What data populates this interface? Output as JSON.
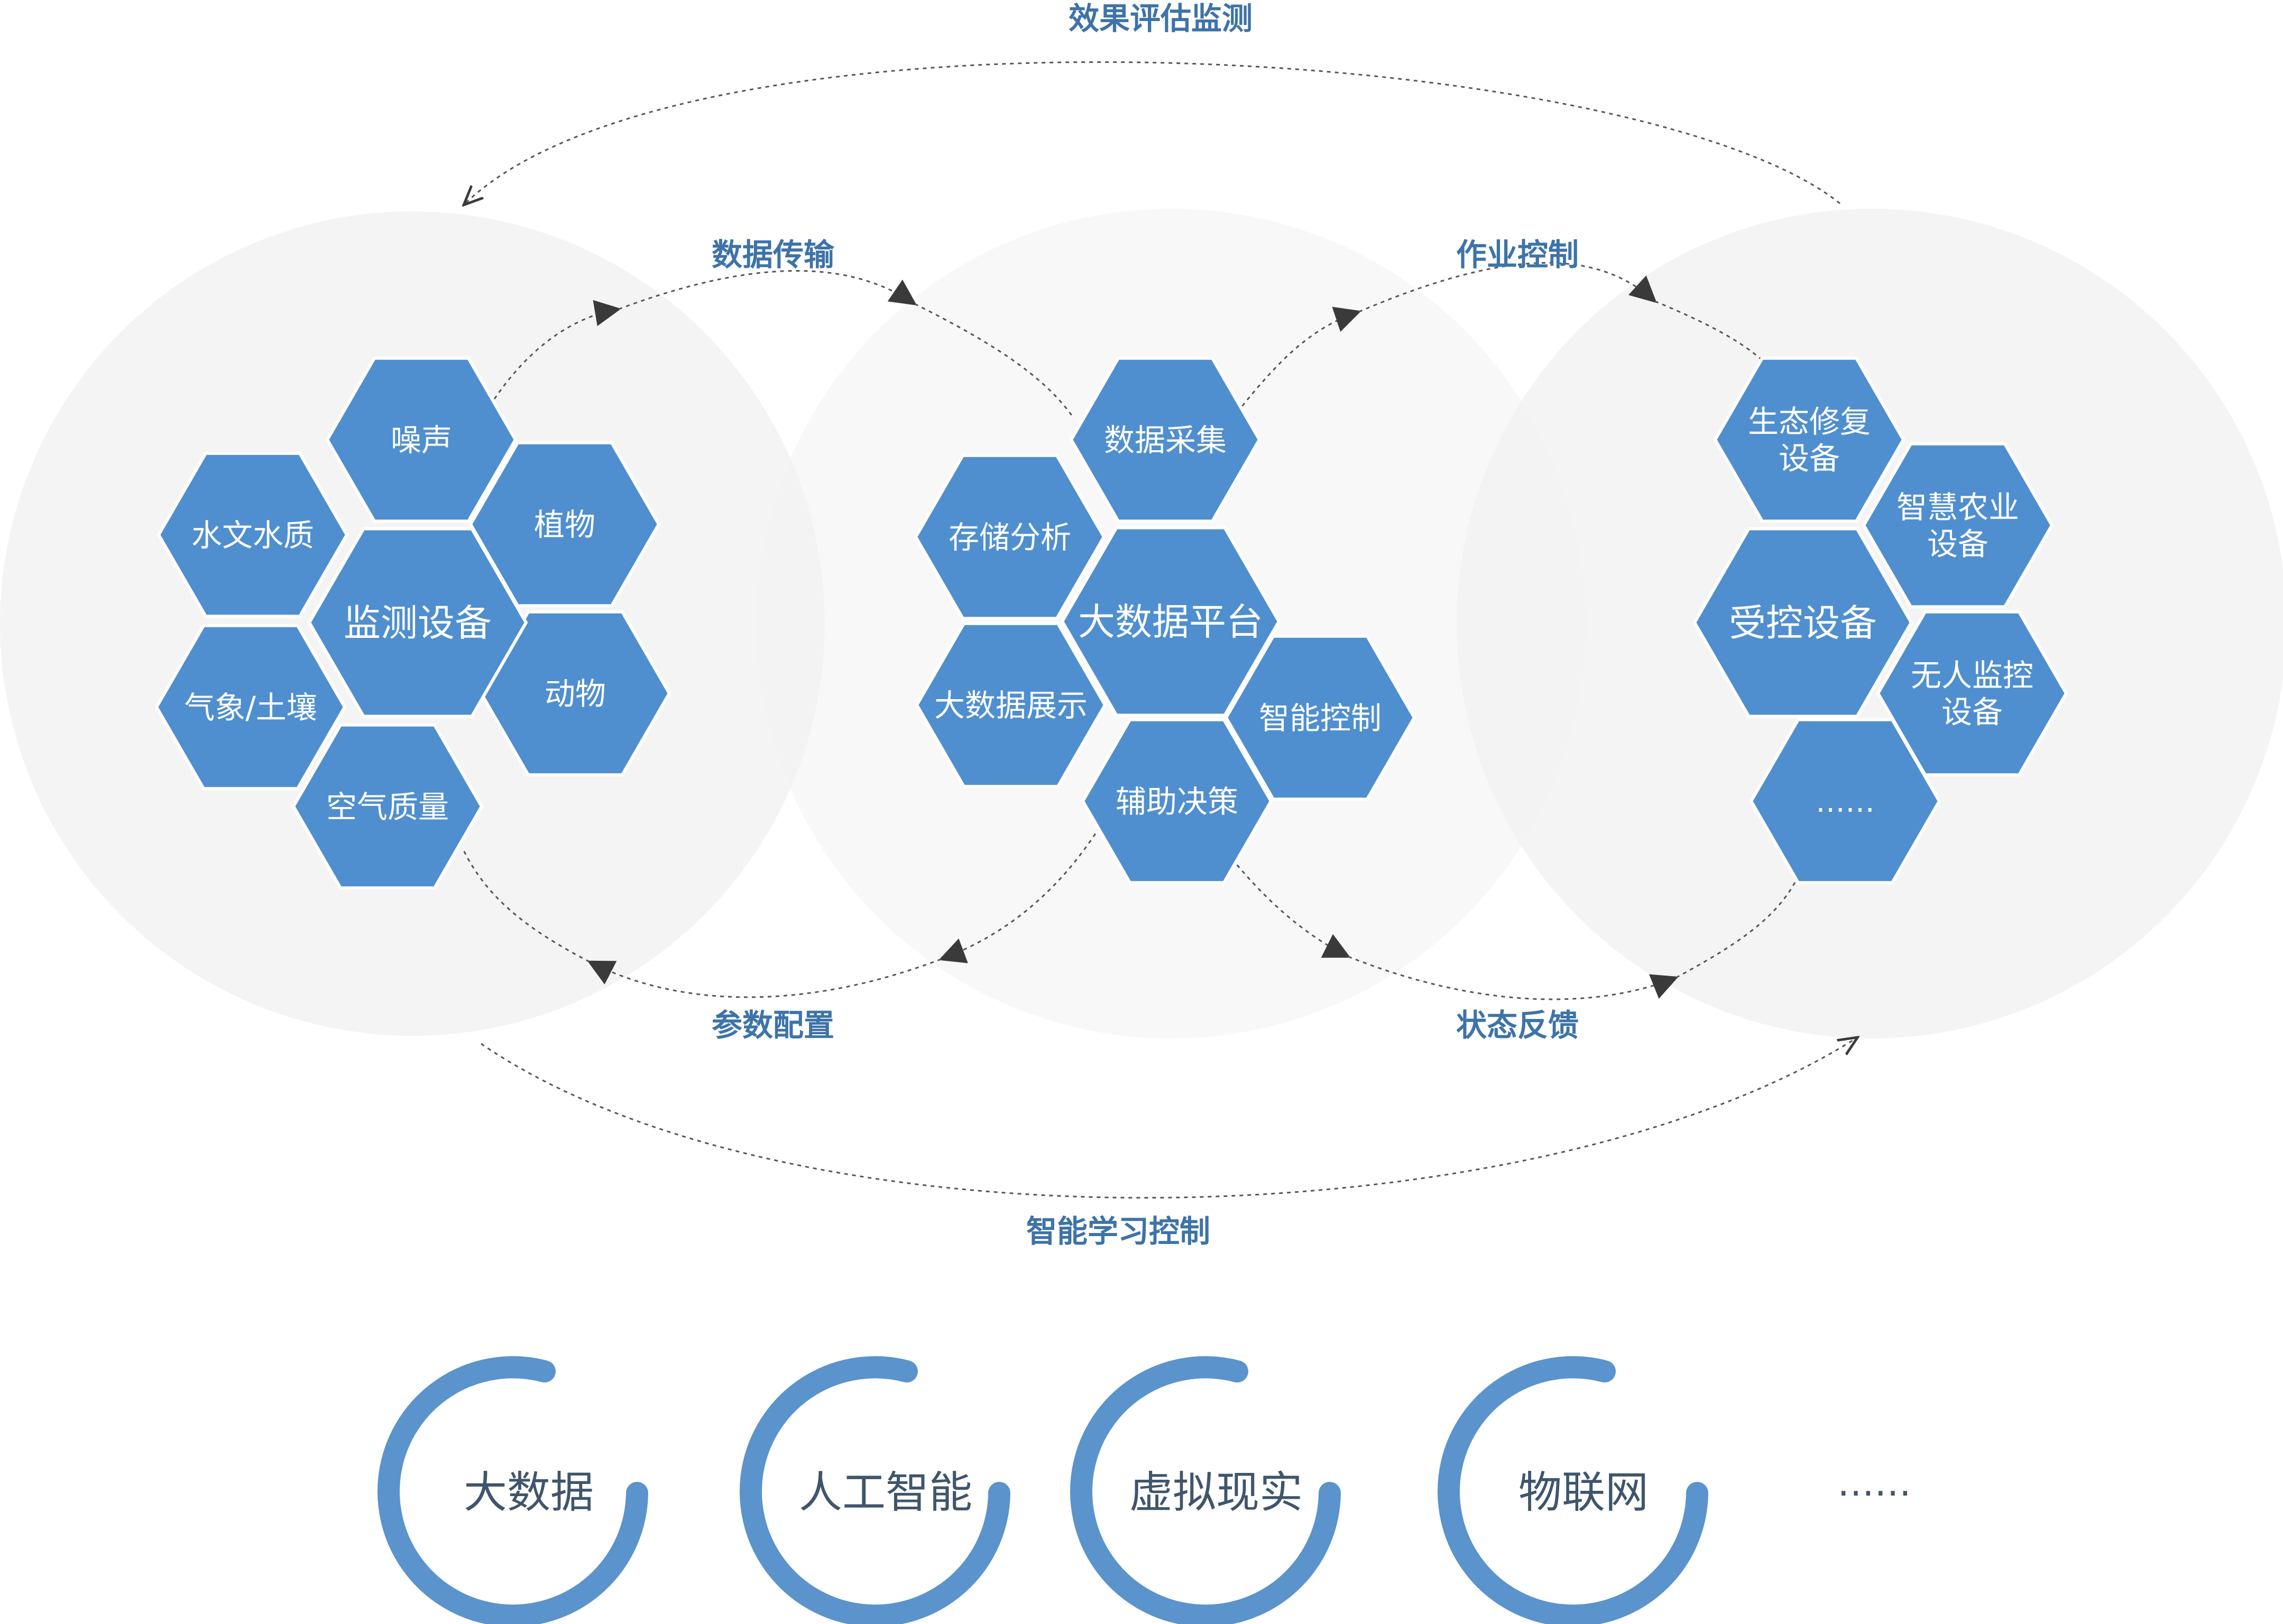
{
  "colors": {
    "hex_fill": "#4f8fcf",
    "circle_fill": "#f2f2f2",
    "flow_label": "#3d73a8",
    "ring": "#5b93cc",
    "arrow": "#3a3a3a"
  },
  "flows": {
    "effect_eval": "效果评估监测",
    "data_transfer": "数据传输",
    "operation_control": "作业控制",
    "param_config": "参数配置",
    "status_feedback": "状态反馈",
    "smart_learning": "智能学习控制"
  },
  "clusters": {
    "monitor": {
      "center": "监测设备",
      "items": [
        "噪声",
        "水文水质",
        "植物",
        "气象/土壤",
        "动物",
        "空气质量"
      ]
    },
    "platform": {
      "center": "大数据平台",
      "items": [
        "数据采集",
        "存储分析",
        "大数据展示",
        "智能控制",
        "辅助决策"
      ]
    },
    "controlled": {
      "center": "受控设备",
      "items": [
        [
          "生态修复",
          "设备"
        ],
        [
          "智慧农业",
          "设备"
        ],
        [
          "无人监控",
          "设备"
        ],
        [
          "……"
        ]
      ]
    }
  },
  "technologies": [
    "大数据",
    "人工智能",
    "虚拟现实",
    "物联网",
    "……"
  ]
}
